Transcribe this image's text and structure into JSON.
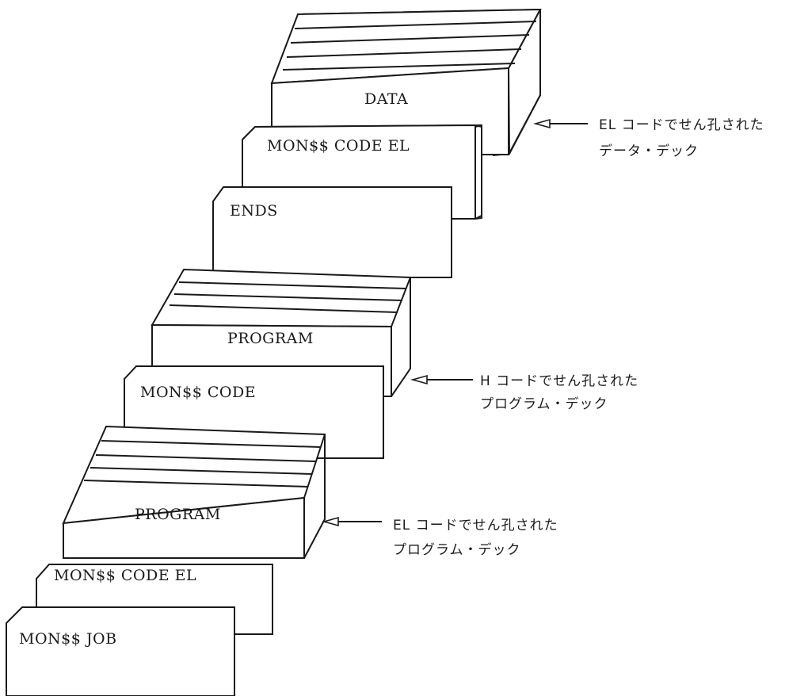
{
  "cards": {
    "data_deck": "DATA",
    "mon_code_el_top": "MON$$ CODE EL",
    "ends": "ENDS",
    "program_upper": "PROGRAM",
    "mon_code": "MON$$ CODE",
    "program_lower": "PROGRAM",
    "mon_code_el_bottom": "MON$$ CODE EL",
    "mon_job": "MON$$ JOB"
  },
  "annotations": {
    "data_deck_line1": "EL コードでせん孔された",
    "data_deck_line2": "データ・デック",
    "h_program_line1": "H コードでせん孔された",
    "h_program_line2": "プログラム・デック",
    "el_program_line1": "EL コードでせん孔された",
    "el_program_line2": "プログラム・デック"
  }
}
